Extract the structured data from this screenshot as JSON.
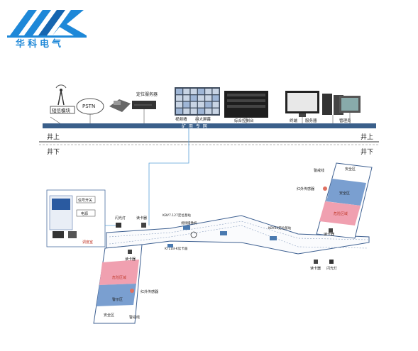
{
  "brand": {
    "name": "华科电气",
    "accent": "#1e88d8",
    "dark_accent": "#1565b0"
  },
  "network": {
    "modules": [
      "短信模块",
      "PSTN",
      "定位服务器",
      "视频墙",
      "拼大屏幕",
      "综合控制台",
      "终端",
      "服务器",
      "管理员"
    ],
    "bus_label": "矿 用 专 网",
    "bus_color": "#3a5f8a"
  },
  "levels": {
    "surface_left": "井上",
    "surface_right": "井上",
    "underground_left": "井下",
    "underground_right": "井下"
  },
  "tunnel": {
    "control_room_label": "调度室",
    "control_room_items": [
      "信号开关",
      "电源"
    ],
    "switch_left": "闪光灯",
    "reader_left": "读卡器",
    "cable_left": "KBV7.127定位基站",
    "camera_label": "视频摄像机",
    "station_mid": "KBY02定位基站",
    "device_mid": "KT11B-K读卡器",
    "light_right_bottom": "闪光灯",
    "reader_right_bottom": "读卡器"
  },
  "right_shaft": {
    "warning_line": "警戒线",
    "safety_zone": "安全区",
    "sensor": "红外传感器",
    "zone_blue": "安全区",
    "zone_pink": "危险区域",
    "reader": "读卡器",
    "colors": {
      "blue": "#7a9fd0",
      "pink": "#f0a0b0"
    }
  },
  "left_shaft": {
    "reader": "读卡器",
    "zone_pink": "危险区域",
    "sensor": "红外传感器",
    "zone_blue": "警示区",
    "safety_zone": "安全区",
    "warning_line": "警戒线"
  }
}
